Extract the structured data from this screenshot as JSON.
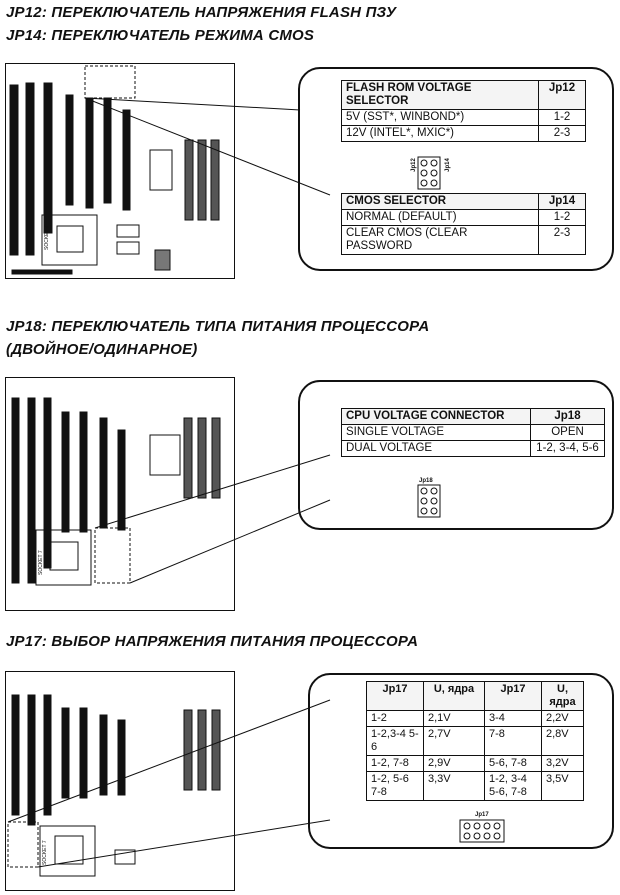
{
  "section1": {
    "heading1": "JP12: ПЕРЕКЛЮЧАТЕЛЬ НАПРЯЖЕНИЯ FLASH ПЗУ",
    "heading2": "JP14: ПЕРЕКЛЮЧАТЕЛЬ РЕЖИМА CMOS",
    "flash_table": {
      "header": [
        "FLASH ROM VOLTAGE SELECTOR",
        "Jp12"
      ],
      "rows": [
        [
          "5V (SST*, WINBOND*)",
          "1-2"
        ],
        [
          "12V (INTEL*, MXIC*)",
          "2-3"
        ]
      ]
    },
    "jumper_labels": [
      "Jp12",
      "Jp14"
    ],
    "cmos_table": {
      "header": [
        "CMOS SELECTOR",
        "Jp14"
      ],
      "rows": [
        [
          "NORMAL (DEFAULT)",
          "1-2"
        ],
        [
          "CLEAR CMOS (CLEAR PASSWORD",
          "2-3"
        ]
      ]
    }
  },
  "section2": {
    "heading1": "JP18: ПЕРЕКЛЮЧАТЕЛЬ ТИПА ПИТАНИЯ ПРОЦЕССОРА",
    "heading2": "(ДВОЙНОЕ/ОДИНАРНОЕ)",
    "cpu_table": {
      "header": [
        "CPU VOLTAGE CONNECTOR",
        "Jp18"
      ],
      "rows": [
        [
          "SINGLE VOLTAGE",
          "OPEN"
        ],
        [
          "DUAL VOLTAGE",
          "1-2, 3-4, 5-6"
        ]
      ]
    },
    "jumper_label": "Jp18"
  },
  "section3": {
    "heading1": "JP17: ВЫБОР НАПРЯЖЕНИЯ ПИТАНИЯ ПРОЦЕССОРА",
    "core_table": {
      "header": [
        "Jp17",
        "U, ядра",
        "Jp17",
        "U, ядра"
      ],
      "rows": [
        [
          "1-2",
          "2,1V",
          "3-4",
          "2,2V"
        ],
        [
          "1-2,3-4 5-6",
          "2,7V",
          "7-8",
          "2,8V"
        ],
        [
          "1-2, 7-8",
          "2,9V",
          "5-6, 7-8",
          "3,2V"
        ],
        [
          "1-2, 5-6 7-8",
          "3,3V",
          "1-2, 3-4 5-6, 7-8",
          "3,5V"
        ]
      ]
    },
    "jumper_label": "Jp17"
  },
  "board": {
    "socket_label": "SOCKET 7"
  }
}
